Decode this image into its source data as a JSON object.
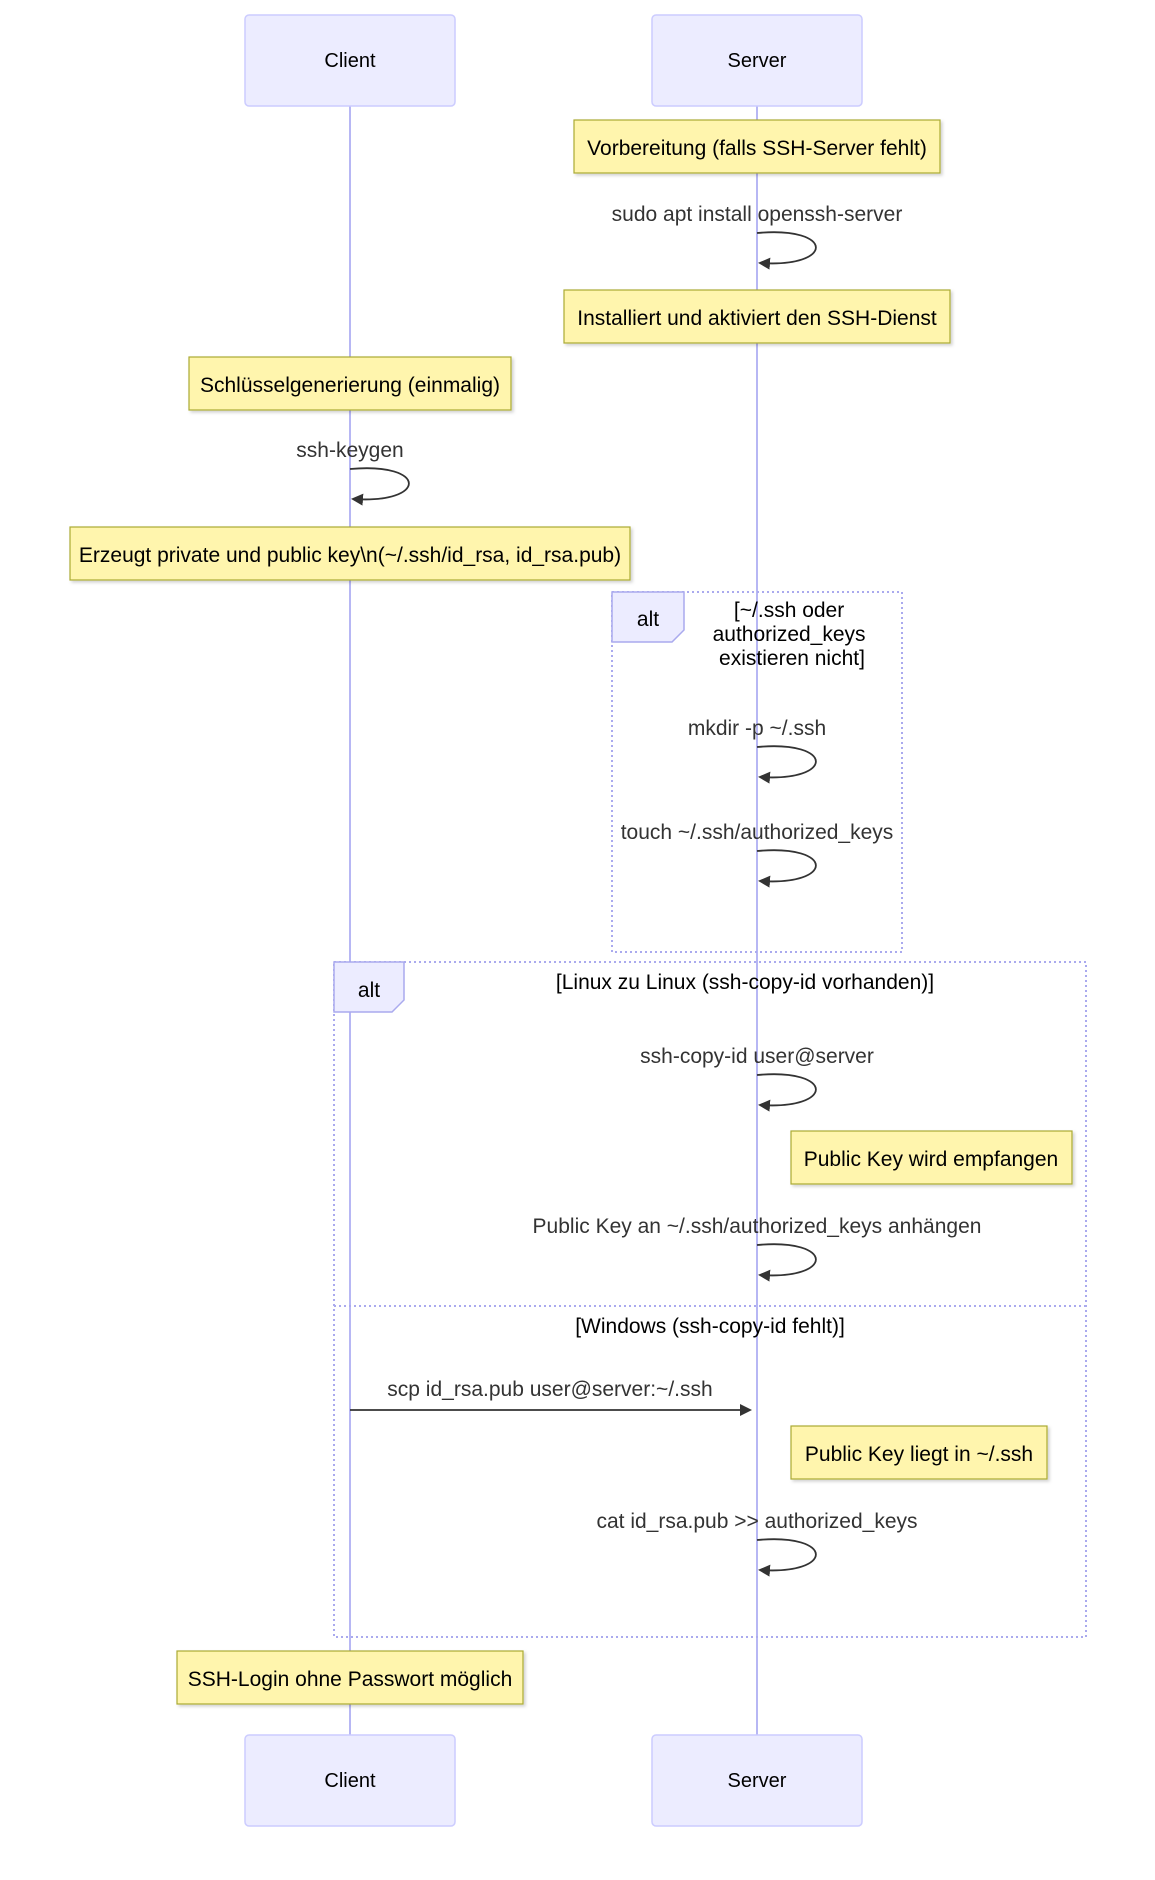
{
  "participants": [
    {
      "id": "client",
      "label": "Client"
    },
    {
      "id": "server",
      "label": "Server"
    }
  ],
  "notes": {
    "n1": "Vorbereitung (falls SSH-Server fehlt)",
    "n2": "Installiert und aktiviert den SSH-Dienst",
    "n3": "Schlüsselgenerierung (einmalig)",
    "n4": "Erzeugt private und public key\\n(~/.ssh/id_rsa, id_rsa.pub)",
    "n5": "Public Key wird empfangen",
    "n6": "Public Key liegt in ~/.ssh",
    "n7": "SSH-Login ohne Passwort möglich"
  },
  "messages": {
    "m1": "sudo apt install openssh-server",
    "m2": "ssh-keygen",
    "m3": "mkdir -p ~/.ssh",
    "m4": "touch ~/.ssh/authorized_keys",
    "m5": "ssh-copy-id user@server",
    "m6": "Public Key an ~/.ssh/authorized_keys anhängen",
    "m7": "scp id_rsa.pub user@server:~/.ssh",
    "m8": "cat id_rsa.pub >> authorized_keys"
  },
  "fragments": {
    "f1": {
      "label": "alt",
      "condition_lines": [
        "[~/.ssh oder",
        "authorized_keys",
        "existieren nicht]"
      ]
    },
    "f2": {
      "label": "alt",
      "condition": "[Linux zu Linux (ssh-copy-id vorhanden)]",
      "else_condition": "[Windows (ssh-copy-id fehlt)]"
    }
  },
  "colors": {
    "actor_fill": "#ececff",
    "actor_border": "#ccccff",
    "lifeline": "#b7b7f4",
    "note_fill": "#fff5ad",
    "note_border": "#aaaa33",
    "text": "#000000",
    "message_text": "#333333",
    "arrow": "#333333",
    "fragment_border": "#aaaaee"
  }
}
